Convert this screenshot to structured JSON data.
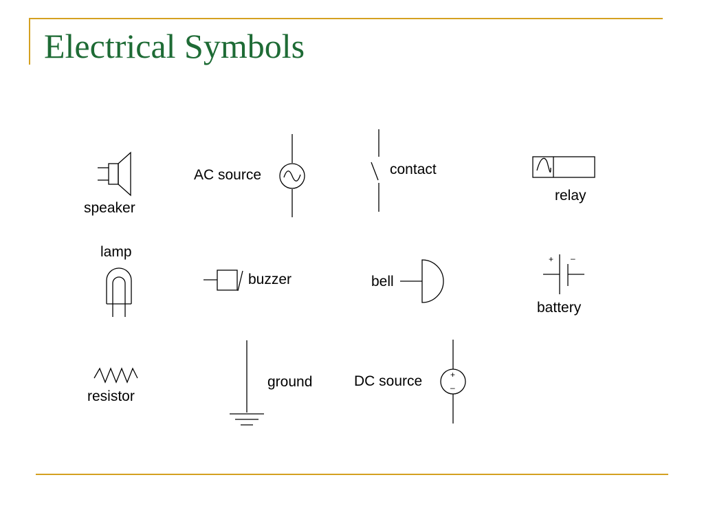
{
  "slide": {
    "title": "Electrical Symbols",
    "accent_color": "#d4a020",
    "title_color": "#1e6b35"
  },
  "symbols": {
    "speaker": "speaker",
    "ac_source": "AC source",
    "contact": "contact",
    "relay": "relay",
    "lamp": "lamp",
    "buzzer": "buzzer",
    "bell": "bell",
    "battery": "battery",
    "battery_plus": "+",
    "battery_minus": "–",
    "resistor": "resistor",
    "ground": "ground",
    "dc_source": "DC source",
    "dc_plus": "+",
    "dc_minus": "–"
  }
}
